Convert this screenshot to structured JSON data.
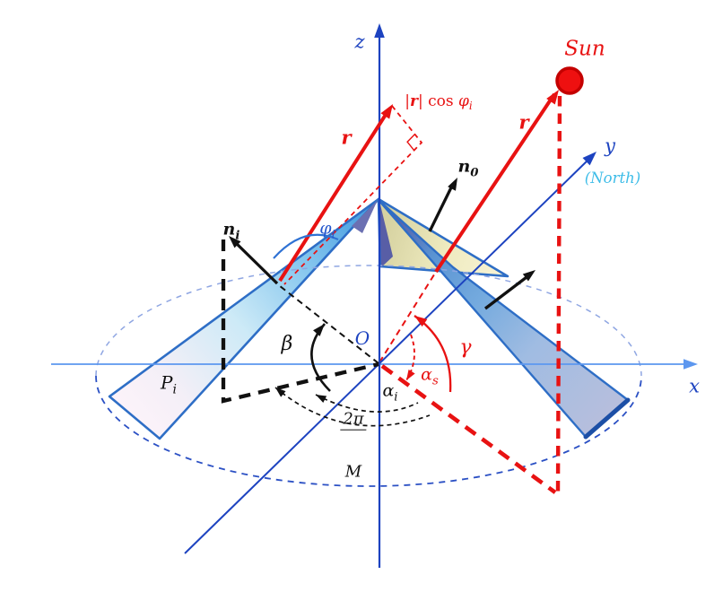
{
  "figure": {
    "type": "solar-geometry-diagram",
    "description_elements": [
      "coordinate axes x y z",
      "sun position vector r",
      "panel normals",
      "azimuth and elevation angle arcs",
      "dashed ground-plane circle",
      "triangular panels"
    ]
  },
  "labels": {
    "z_axis": "z",
    "y_axis": "y",
    "north": "(North)",
    "x_axis": "x",
    "sun": "Sun",
    "r_left": "r",
    "r_right": "r",
    "r_cos": {
      "open": "|",
      "r": "r",
      "close": "| cos ",
      "phi": "φ",
      "sub": "i"
    },
    "n0": {
      "base": "n",
      "sub": "0"
    },
    "ni": {
      "base": "n",
      "sub": "i"
    },
    "phi_i": {
      "base": "φ",
      "sub": "i"
    },
    "origin": "O",
    "beta": "β",
    "gamma": "γ",
    "alpha_s": {
      "base": "α",
      "sub": "s"
    },
    "alpha_i": {
      "base": "α",
      "sub": "i"
    },
    "frac": {
      "num": "2π",
      "den": "M"
    },
    "p_i": {
      "base": "P",
      "sub": "i"
    }
  },
  "colors": {
    "axis_blue": "#1d43c0",
    "x_axis_light_blue": "#5c97ef",
    "red": "#e81212",
    "north_cyan": "#3fbde8",
    "panel_edge_blue": "#2e6ec6",
    "phi_arc_blue": "#2f72d4",
    "sun_fill": "#ee1010",
    "sun_ring": "#c40000",
    "black": "#111111",
    "ellipse_front": "#2b50c4",
    "ellipse_back": "#8fa6e2"
  }
}
